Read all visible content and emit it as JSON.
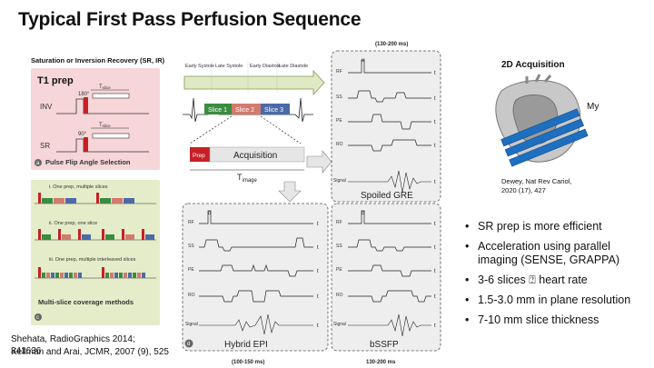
{
  "title": "Typical First Pass Perfusion Sequence",
  "left": {
    "heading": "Saturation or Inversion Recovery (SR, IR)",
    "t1prep": "T1 prep",
    "inv": "INV",
    "sr": "SR",
    "angle180": "180°",
    "angle90": "90°",
    "tslice": "T",
    "tslice_sub": "slice",
    "panel_a_caption": "Pulse Flip Angle Selection",
    "panel_a_tag": "a",
    "row1": "i. One prep, multiple slices",
    "row2": "ii. One prep, one slice",
    "row3": "iii. One prep, multiple interleaved slices",
    "panel_c_caption": "Multi-slice coverage methods",
    "panel_c_tag": "c",
    "cite1": "Shehata, RadioGraphics 2014;",
    "cite2": "341636",
    "cite3": "Kellman and Arai, JCMR, 2007 (9), 525"
  },
  "center": {
    "phases": [
      "Early Systole",
      "Late Systole",
      "Early Diastole",
      "Late Diastole"
    ],
    "slices": [
      "Slice 1",
      "Slice 2",
      "Slice 3"
    ],
    "prep": "Prep",
    "acquisition": "Acquisition",
    "timage": "T",
    "timage_sub": "image",
    "top_time": "(130-200 ms)",
    "bottom_left_time": "(100-150 ms)",
    "bottom_right_time": "130-200 ms",
    "spoiled": "Spoiled GRE",
    "hybrid": "Hybrid EPI",
    "bssfp": "bSSFP",
    "panel_tag": "d",
    "rows": [
      "RF",
      "SS",
      "PE",
      "RO",
      "Signal"
    ],
    "alpha": "α",
    "t": "t"
  },
  "right": {
    "heading": "2D Acquisition",
    "myo": "Myo",
    "cite1": "Dewey, Nat Rev Cariol,",
    "cite2": "2020 (17), 427",
    "bullets": [
      "SR prep is more efficient",
      "Acceleration using parallel imaging (SENSE, GRAPPA)",
      "3-6 slices ⍰ heart rate",
      "1.5-3.0 mm in plane resolution",
      "7-10 mm slice thickness"
    ]
  },
  "colors": {
    "prep_red": "#c62026",
    "slice_green": "#3a8c3f",
    "slice_red": "#d27a6e",
    "slice_blue": "#4a6aa8",
    "band_blue": "#1e6fc0"
  }
}
